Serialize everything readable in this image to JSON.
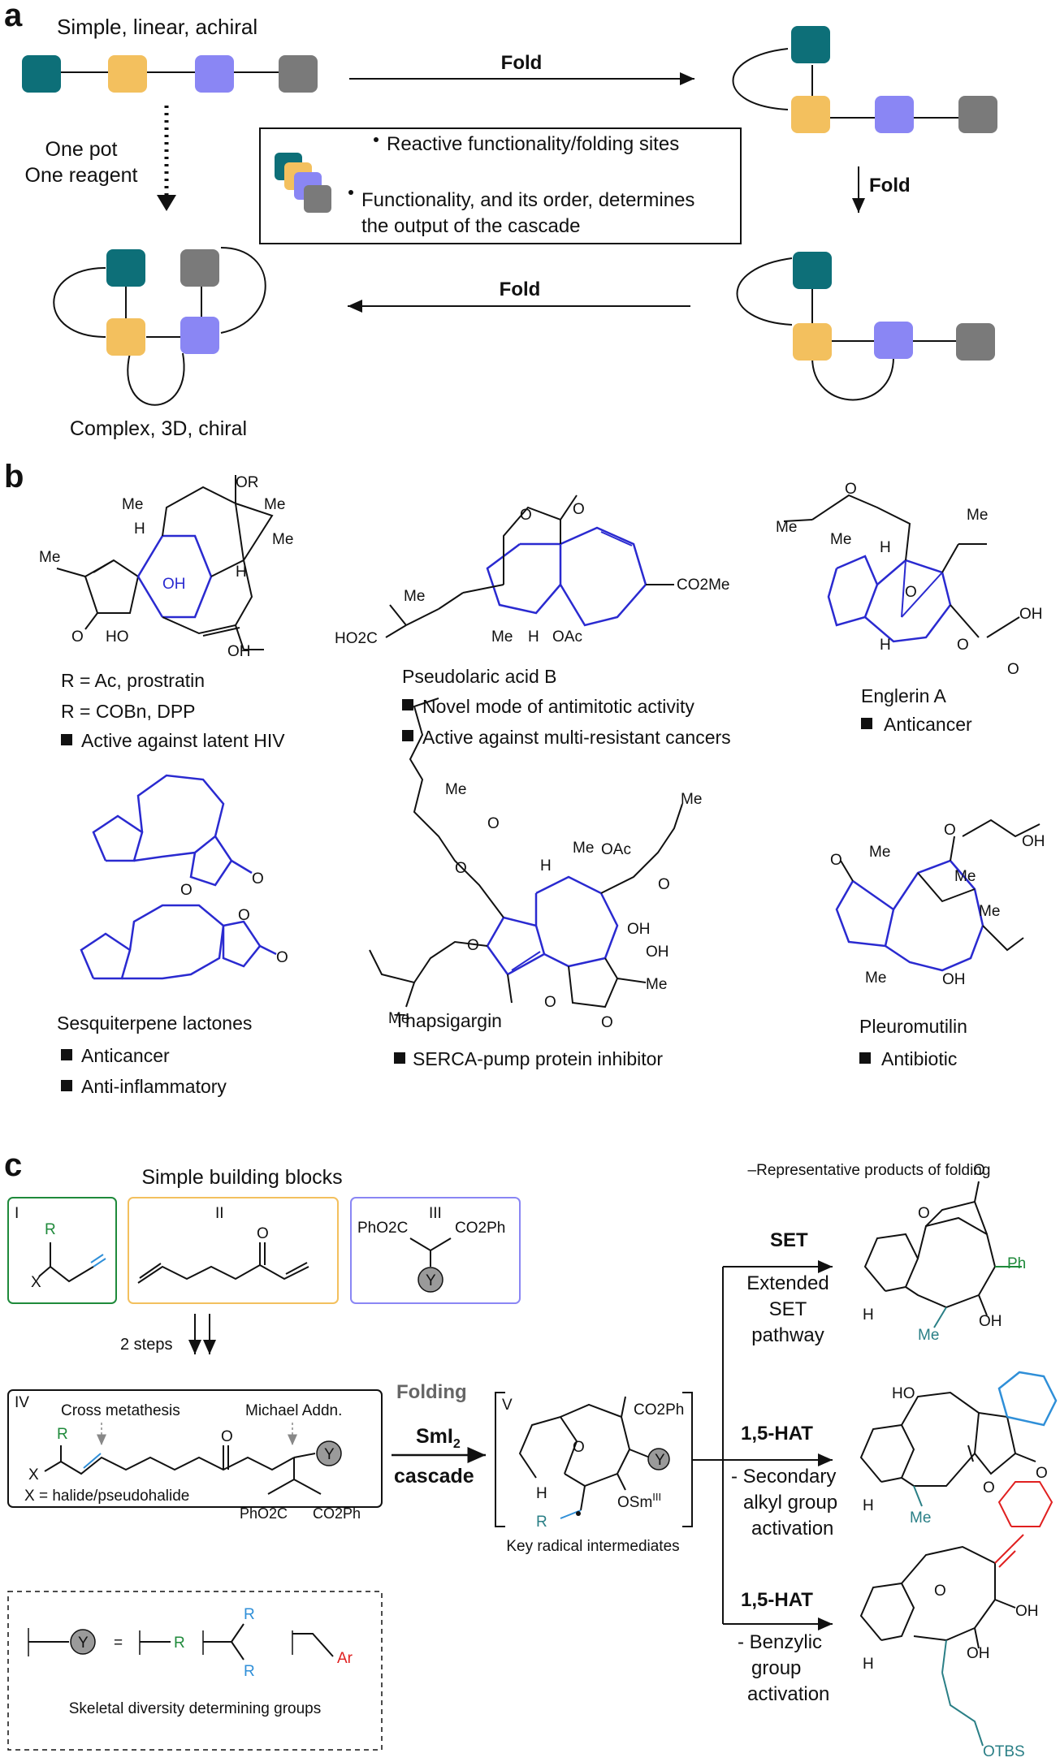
{
  "colors": {
    "teal": "#0d6f78",
    "orange": "#f3c05e",
    "violet": "#8a86f4",
    "grey": "#7a7a7a",
    "blue_skeleton": "#2a2ad0",
    "green": "#1f8a3b",
    "cyan": "#2f8fd8",
    "red": "#e02020",
    "teal_text": "#2a7f86"
  },
  "panel_a": {
    "label": "a",
    "linear_caption": "Simple, linear, achiral",
    "fold_label": "Fold",
    "one_pot": "One pot",
    "one_reagent": "One reagent",
    "bullet1": "Reactive functionality/folding sites",
    "bullet2_line1": "Functionality, and its order, determines",
    "bullet2_line2": "the output of the cascade",
    "complex_caption": "Complex, 3D, chiral"
  },
  "panel_b": {
    "label": "b",
    "prostratin": {
      "line1": "R = Ac, prostratin",
      "line2": "R = COBn, DPP",
      "activity": "Active against latent HIV",
      "atoms": [
        "Me",
        "OR",
        "Me",
        "Me",
        "H",
        "H",
        "Me",
        "OH",
        "O",
        "HO",
        "OH"
      ]
    },
    "pseudolaric": {
      "name": "Pseudolaric acid B",
      "activity1": "Novel mode of antimitotic activity",
      "activity2": "Active against multi-resistant cancers",
      "atoms": [
        "O",
        "O",
        "Me",
        "CO2Me",
        "HO2C",
        "Me",
        "H",
        "OAc"
      ]
    },
    "englerin": {
      "name": "Englerin A",
      "activity": "Anticancer",
      "atoms": [
        "O",
        "Me",
        "Me",
        "H",
        "Me",
        "O",
        "OH",
        "H",
        "O",
        "O"
      ]
    },
    "sesquiterpene": {
      "name": "Sesquiterpene lactones",
      "activity1": "Anticancer",
      "activity2": "Anti-inflammatory",
      "atoms": [
        "O",
        "O",
        "O",
        "O"
      ]
    },
    "thapsigargin": {
      "name": "Thapsigargin",
      "activity": "SERCA-pump protein inhibitor",
      "atoms": [
        "Me",
        "O",
        "Me",
        "OAc",
        "H",
        "O",
        "O",
        "OH",
        "Me",
        "O",
        "OH",
        "Me",
        "O",
        "O",
        "Me"
      ]
    },
    "pleuromutilin": {
      "name": "Pleuromutilin",
      "activity": "Antibiotic",
      "atoms": [
        "O",
        "Me",
        "O",
        "OH",
        "Me",
        "Me",
        "Me",
        "OH"
      ]
    }
  },
  "panel_c": {
    "label": "c",
    "title": "Simple building blocks",
    "box_I": "I",
    "box_II": "II",
    "box_III": "III",
    "I_R": "R",
    "I_X": "X",
    "II_O": "O",
    "III_left": "PhO2C",
    "III_right": "CO2Ph",
    "Y": "Y",
    "two_steps": "2 steps",
    "box_IV": "IV",
    "cross_metathesis": "Cross metathesis",
    "michael": "Michael Addn.",
    "IV_R": "R",
    "IV_X": "X",
    "IV_O": "O",
    "IV_left": "PhO2C",
    "IV_right": "CO2Ph",
    "x_def": "X = halide/pseudohalide",
    "folding": "Folding",
    "smi2": "SmI",
    "smi2_sub": "2",
    "cascade": "cascade",
    "box_V": "V",
    "V_co2ph": "CO2Ph",
    "V_osm": "OSm",
    "V_osm_sup": "III",
    "V_H": "H",
    "V_R": "R",
    "V_O": "O",
    "key_radical": "Key radical intermediates",
    "diversity_eq": "=",
    "diversity_R1": "R",
    "diversity_R2": "R",
    "diversity_R3": "R",
    "diversity_Ar": "Ar",
    "diversity_caption": "Skeletal diversity determining groups",
    "products_header": "–Representative products of folding",
    "set": "SET",
    "extended1": "Extended",
    "extended2": "SET",
    "extended3": "pathway",
    "hat1": "1,5-HAT",
    "secondary1": "- Secondary",
    "secondary2": "alkyl group",
    "secondary3": "activation",
    "hat2": "1,5-HAT",
    "benzylic1": "- Benzylic",
    "benzylic2": "group",
    "benzylic3": "activation",
    "p1": [
      "O",
      "O",
      "Ph",
      "H",
      "Me",
      "OH"
    ],
    "p2": [
      "HO",
      "O",
      "O",
      "H",
      "Me"
    ],
    "p3": [
      "O",
      "OH",
      "H",
      "OH",
      "OTBS"
    ]
  }
}
